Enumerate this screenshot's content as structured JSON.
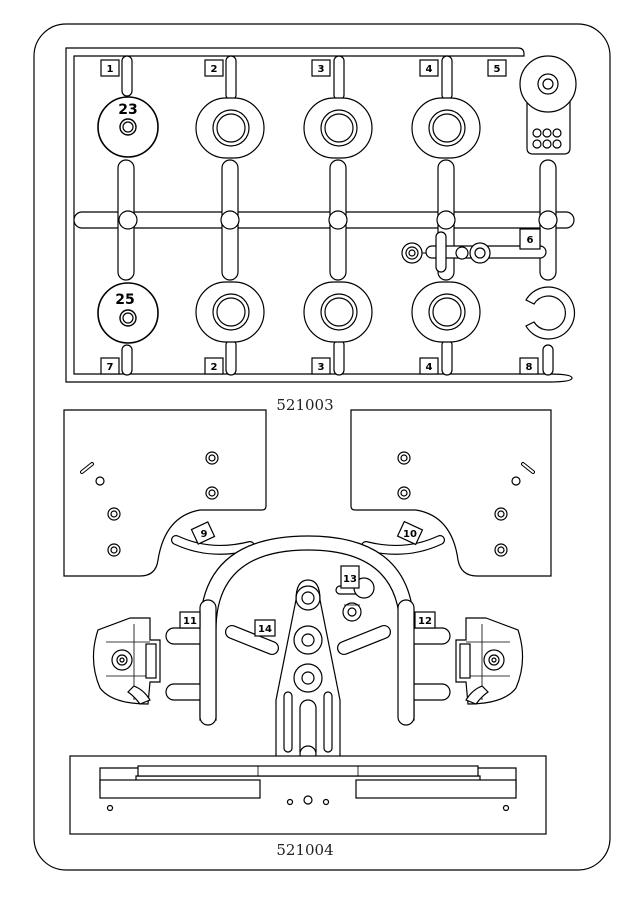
{
  "sheet_codes": {
    "top": "521003",
    "bottom": "521004"
  },
  "top_labels": {
    "p1": "1",
    "p2a": "2",
    "p3a": "3",
    "p4a": "4",
    "p5": "5",
    "p6": "6",
    "p7": "7",
    "p2b": "2",
    "p3b": "3",
    "p4b": "4",
    "p8": "8"
  },
  "gear_labels": {
    "g23": "23",
    "g25": "25"
  },
  "bottom_labels": {
    "p9": "9",
    "p10": "10",
    "p11": "11",
    "p12": "12",
    "p13": "13",
    "p14": "14"
  }
}
